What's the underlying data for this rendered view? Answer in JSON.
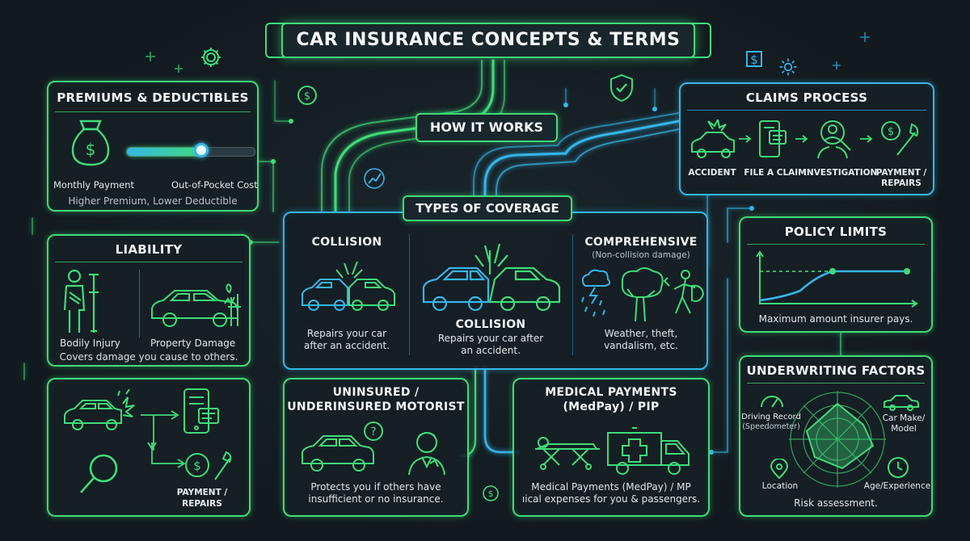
{
  "title": "CAR INSURANCE CONCEPTS & TERMS",
  "how_it_works": "HOW IT WORKS",
  "premiums": {
    "title": "PREMIUMS & DEDUCTIBLES",
    "left_label": "Monthly Payment",
    "right_label": "Out-of-Pocket Cost",
    "note": "Higher Premium, Lower Deductible",
    "slider_level": 0.58
  },
  "liability": {
    "title": "LIABILITY",
    "bodily": "Bodily Injury",
    "property": "Property Damage",
    "note": "Covers damage you cause to others."
  },
  "claims_small": {
    "caption_line1": "PAYMENT /",
    "caption_line2": "REPAIRS"
  },
  "types": {
    "title": "TYPES OF COVERAGE",
    "collision_title": "COLLISION",
    "collision_desc_1": "Repairs your car",
    "collision_desc_2": "after an accident.",
    "center_title": "COLLISION",
    "center_desc_1": "Repairs your car after",
    "center_desc_2": "an accident.",
    "comp_title": "COMPREHENSIVE",
    "comp_sub": "(Non-collision damage)",
    "comp_desc_1": "Weather, theft,",
    "comp_desc_2": "vandalism, etc."
  },
  "uninsured": {
    "title_1": "UNINSURED /",
    "title_2": "UNDERINSURED MOTORIST",
    "desc_1": "Protects you if others have",
    "desc_2": "insufficient or no insurance."
  },
  "medpay": {
    "title_1": "MEDICAL PAYMENTS",
    "title_2": "(MedPay) / PIP",
    "desc_1": "Medical Payments (MedPay) / MP",
    "desc_2": "ıical expenses for you & passengers."
  },
  "claims": {
    "title": "CLAIMS PROCESS",
    "steps": [
      "ACCIDENT",
      "FILE A CLAIM",
      "INVESTIGATION",
      "PAYMENT /",
      "REPAIRS"
    ]
  },
  "policy": {
    "title": "POLICY LIMITS",
    "desc": "Maximum amount insurer pays."
  },
  "underwriting": {
    "title": "UNDERWRITING FACTORS",
    "driving_1": "Driving Record",
    "driving_2": "(Speedometer)",
    "car_1": "Car Make/",
    "car_2": "Model",
    "location": "Location",
    "age": "Age/Experience",
    "desc": "Risk assessment."
  },
  "colors": {
    "green": "#3fdc7a",
    "blue": "#36b6e8",
    "background": "#121a1f"
  },
  "icons": [
    "money-bag-icon",
    "slider-icon",
    "injured-person-icon",
    "crutch-icon",
    "damaged-car-icon",
    "phone-form-icon",
    "magnifier-icon",
    "dollar-wrench-icon",
    "crash-icon",
    "storm-icon",
    "tree-icon",
    "thief-icon",
    "stretcher-icon",
    "ambulance-icon",
    "person-question-icon",
    "shield-check-icon",
    "gear-icon",
    "dollar-icon",
    "graph-icon",
    "radar-icon",
    "speedometer-icon",
    "car-icon",
    "location-pin-icon",
    "clock-icon"
  ]
}
